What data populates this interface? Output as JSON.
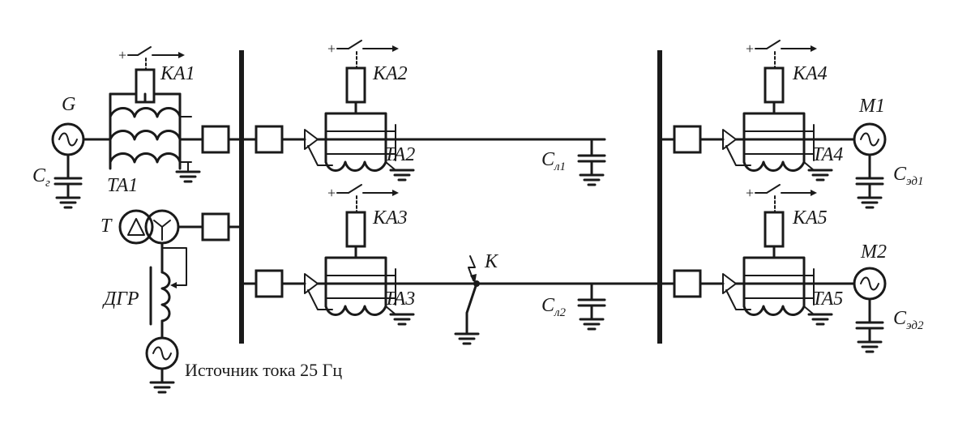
{
  "labels": {
    "generator": "G",
    "gen_cap": "C",
    "gen_cap_sub": "г",
    "ta1": "TA1",
    "ka1": "KA1",
    "transformer": "T",
    "arc_reactor": "ДГР",
    "source_caption": "Источник тока 25 Гц",
    "ka2": "KA2",
    "ta2": "TA2",
    "line1_cap": "C",
    "line1_cap_sub": "л1",
    "ka3": "KA3",
    "ta3": "TA3",
    "line2_cap": "C",
    "line2_cap_sub": "л2",
    "fault": "K",
    "ka4": "KA4",
    "ta4": "TA4",
    "motor1": "M1",
    "motor1_cap": "C",
    "motor1_cap_sub": "эд1",
    "ka5": "KA5",
    "ta5": "TA5",
    "motor2": "M2",
    "motor2_cap": "C",
    "motor2_cap_sub": "эд2"
  }
}
